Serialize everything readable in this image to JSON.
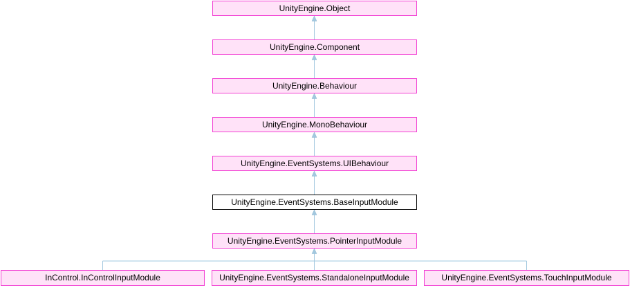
{
  "diagram": {
    "type": "class-inheritance-graph",
    "arrow_direction": "child-points-to-parent",
    "colors": {
      "node_border": "#f23fd3",
      "node_fill": "#ffe2f8",
      "current_node_border": "#000000",
      "current_node_fill": "#ffffff",
      "edge": "#a2c8df",
      "text": "#000000",
      "background": "#ffffff"
    },
    "nodes": [
      {
        "label": "UnityEngine.Object",
        "current": false
      },
      {
        "label": "UnityEngine.Component",
        "current": false
      },
      {
        "label": "UnityEngine.Behaviour",
        "current": false
      },
      {
        "label": "UnityEngine.MonoBehaviour",
        "current": false
      },
      {
        "label": "UnityEngine.EventSystems.UIBehaviour",
        "current": false
      },
      {
        "label": "UnityEngine.EventSystems.BaseInputModule",
        "current": true
      },
      {
        "label": "UnityEngine.EventSystems.PointerInputModule",
        "current": false
      },
      {
        "label": "InControl.InControlInputModule",
        "current": false
      },
      {
        "label": "UnityEngine.EventSystems.StandaloneInputModule",
        "current": false
      },
      {
        "label": "UnityEngine.EventSystems.TouchInputModule",
        "current": false
      }
    ],
    "edges": [
      {
        "child": "UnityEngine.Component",
        "parent": "UnityEngine.Object"
      },
      {
        "child": "UnityEngine.Behaviour",
        "parent": "UnityEngine.Component"
      },
      {
        "child": "UnityEngine.MonoBehaviour",
        "parent": "UnityEngine.Behaviour"
      },
      {
        "child": "UnityEngine.EventSystems.UIBehaviour",
        "parent": "UnityEngine.MonoBehaviour"
      },
      {
        "child": "UnityEngine.EventSystems.BaseInputModule",
        "parent": "UnityEngine.EventSystems.UIBehaviour"
      },
      {
        "child": "UnityEngine.EventSystems.PointerInputModule",
        "parent": "UnityEngine.EventSystems.BaseInputModule"
      },
      {
        "child": "InControl.InControlInputModule",
        "parent": "UnityEngine.EventSystems.PointerInputModule"
      },
      {
        "child": "UnityEngine.EventSystems.StandaloneInputModule",
        "parent": "UnityEngine.EventSystems.PointerInputModule"
      },
      {
        "child": "UnityEngine.EventSystems.TouchInputModule",
        "parent": "UnityEngine.EventSystems.PointerInputModule"
      }
    ]
  }
}
